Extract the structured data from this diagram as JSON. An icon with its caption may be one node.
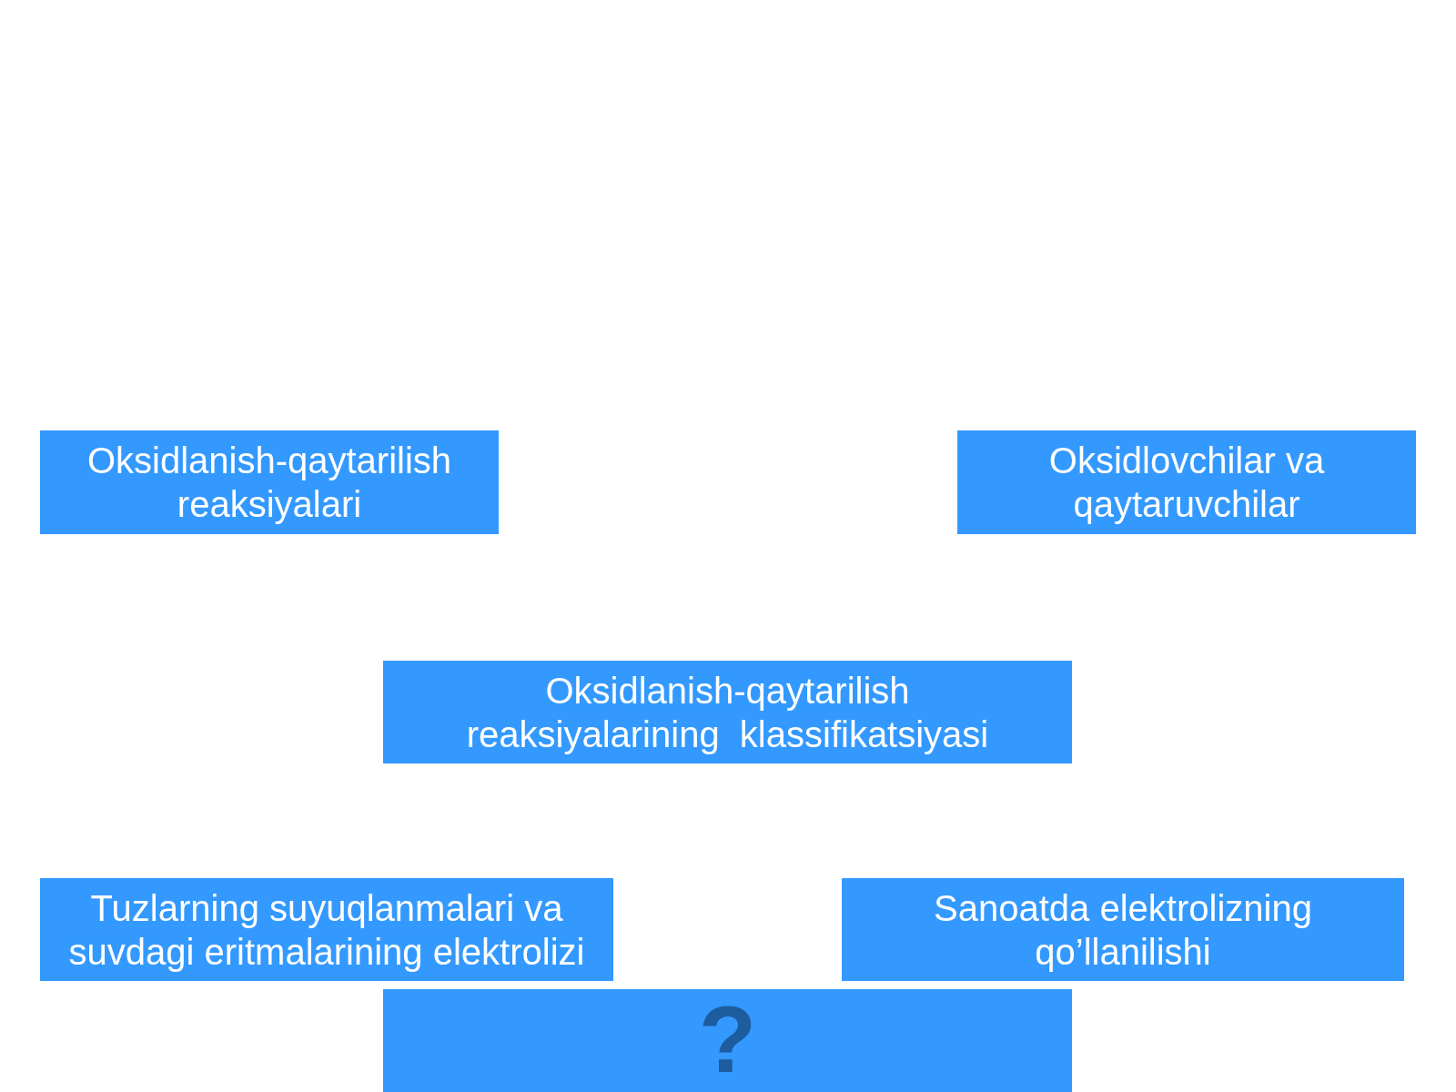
{
  "diagram": {
    "nodes": [
      {
        "text": [
          "Oksidlanish-qaytarilish reaksiyalari"
        ]
      },
      {
        "text": [
          "Oksidlovchilar va qaytaruvchilar"
        ]
      },
      {
        "text": [
          "Oksidlanish-qaytarilish reaksiyalarining  klassifikatsiyasi"
        ]
      },
      {
        "text": [
          "Tuzlarning suyuqlanmalari va suvdagi eritmalarining elektrolizi"
        ]
      },
      {
        "text": [
          "Sanoatda elektrolizning qo’llanilishi"
        ]
      },
      {
        "text": [
          "?"
        ]
      }
    ]
  }
}
